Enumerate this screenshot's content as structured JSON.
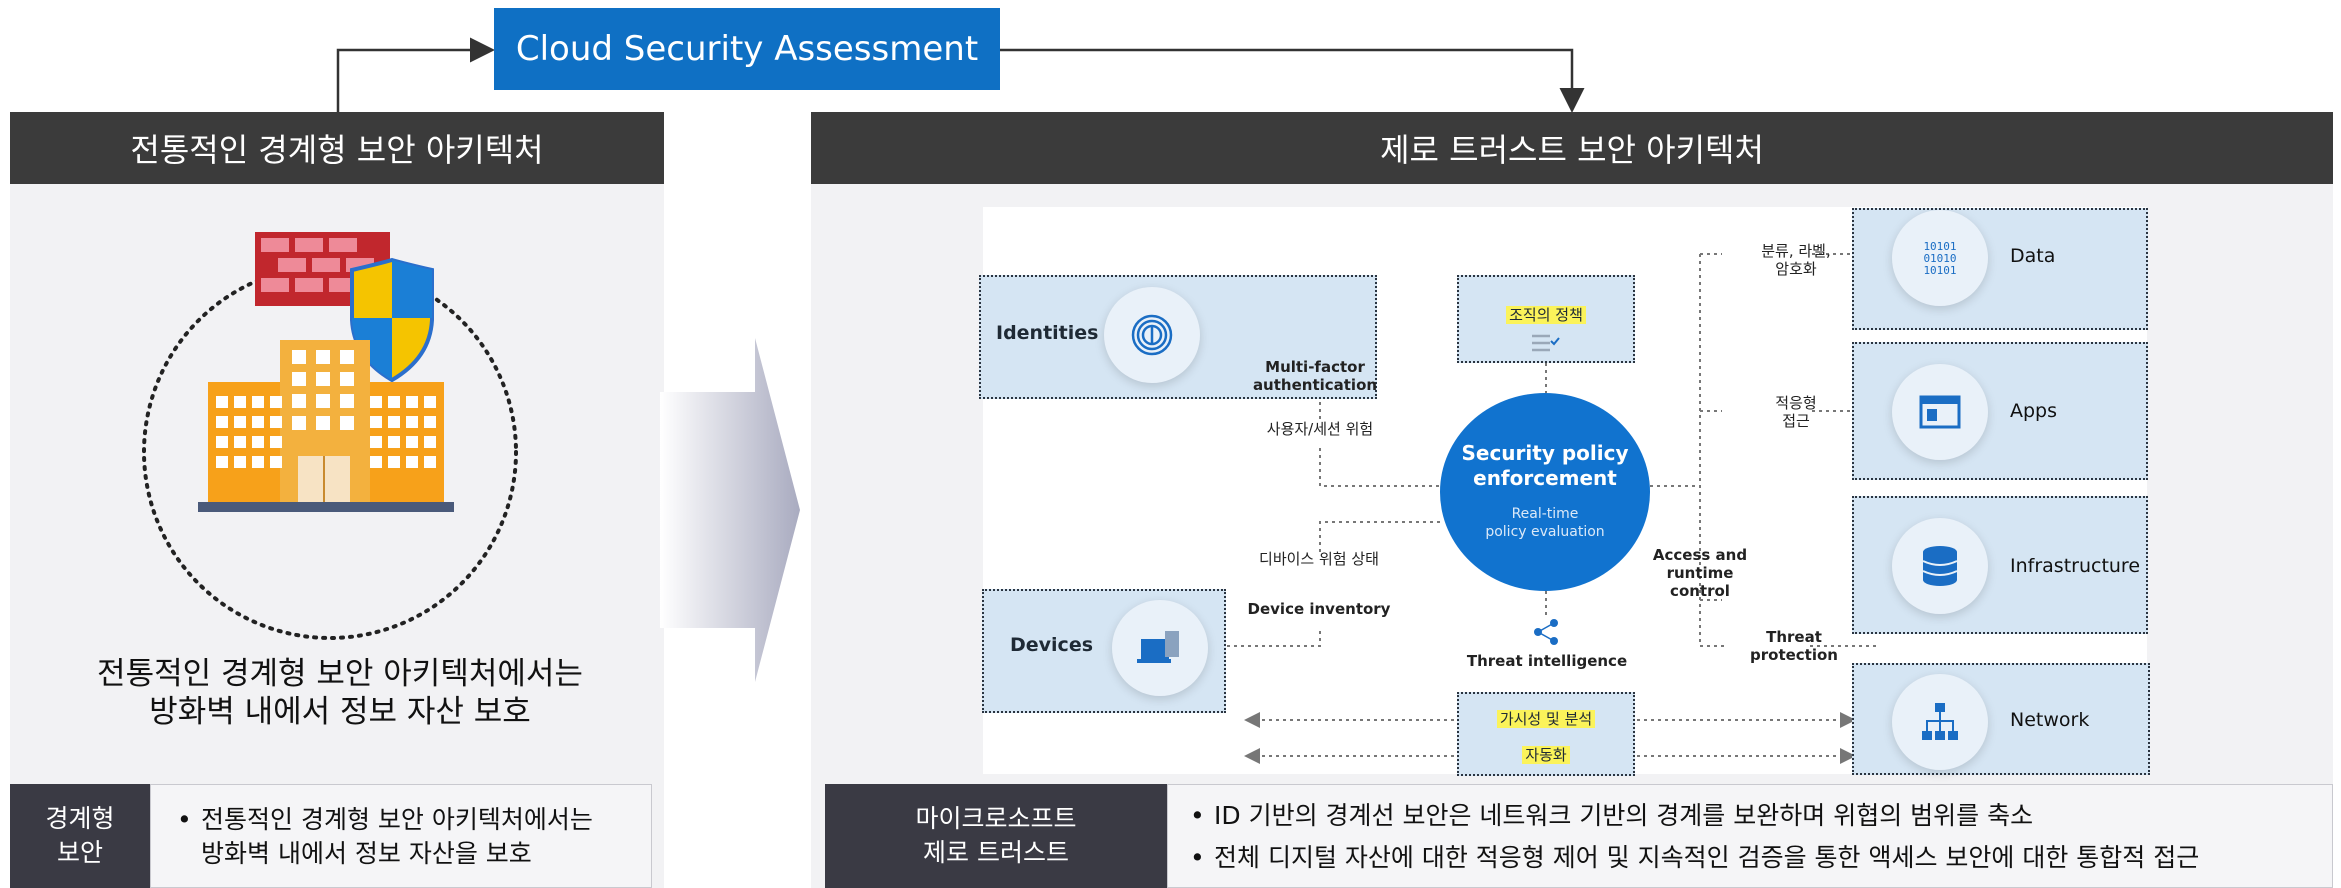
{
  "top": {
    "assessment": "Cloud Security Assessment"
  },
  "left": {
    "header": "전통적인 경계형 보안 아키텍처",
    "caption_line1": "전통적인 경계형 보안 아키텍처에서는",
    "caption_line2": "방화벽 내에서 정보 자산 보호",
    "tag_line1": "경계형",
    "tag_line2": "보안",
    "bullet_line1": "전통적인 경계형 보안 아키텍처에서는",
    "bullet_line2": "방화벽 내에서 정보 자산을 보호"
  },
  "right": {
    "header": "제로 트러스트 보안 아키텍처",
    "tag_line1": "마이크로소프트",
    "tag_line2": "제로 트러스트",
    "bullets": [
      "ID 기반의 경계선 보안은 네트워크 기반의 경계를 보완하며 위협의 범위를 축소",
      "전체 디지털 자산에 대한 적응형 제어 및 지속적인 검증을 통한 액세스 보안에 대한 통합적 접근"
    ]
  },
  "diagram": {
    "identities": "Identities",
    "devices": "Devices",
    "mfa_line1": "Multi-factor",
    "mfa_line2": "authentication",
    "user_session_risk": "사용자/세션 위험",
    "device_risk": "디바이스 위험 상태",
    "device_inventory": "Device inventory",
    "org_policy": "조직의 정책",
    "enforcement_line1": "Security policy",
    "enforcement_line2": "enforcement",
    "realtime_line1": "Real-time",
    "realtime_line2": "policy evaluation",
    "threat_intel": "Threat intelligence",
    "access_line1": "Access and",
    "access_line2": "runtime control",
    "threat_prot_line1": "Threat",
    "threat_prot_line2": "protection",
    "classify_line1": "분류, 라벨,",
    "classify_line2": "암호화",
    "adaptive_line1": "적응형",
    "adaptive_line2": "접근",
    "visibility": "가시성 및 분석",
    "automation": "자동화",
    "data": "Data",
    "apps": "Apps",
    "infrastructure": "Infrastructure",
    "network": "Network"
  },
  "colors": {
    "accent_blue": "#0f70c4",
    "header_dark": "#3b3b3b",
    "panel_bg": "#f2f2f4",
    "zt_box": "#d5e5f3",
    "highlight": "#fbf35a"
  }
}
